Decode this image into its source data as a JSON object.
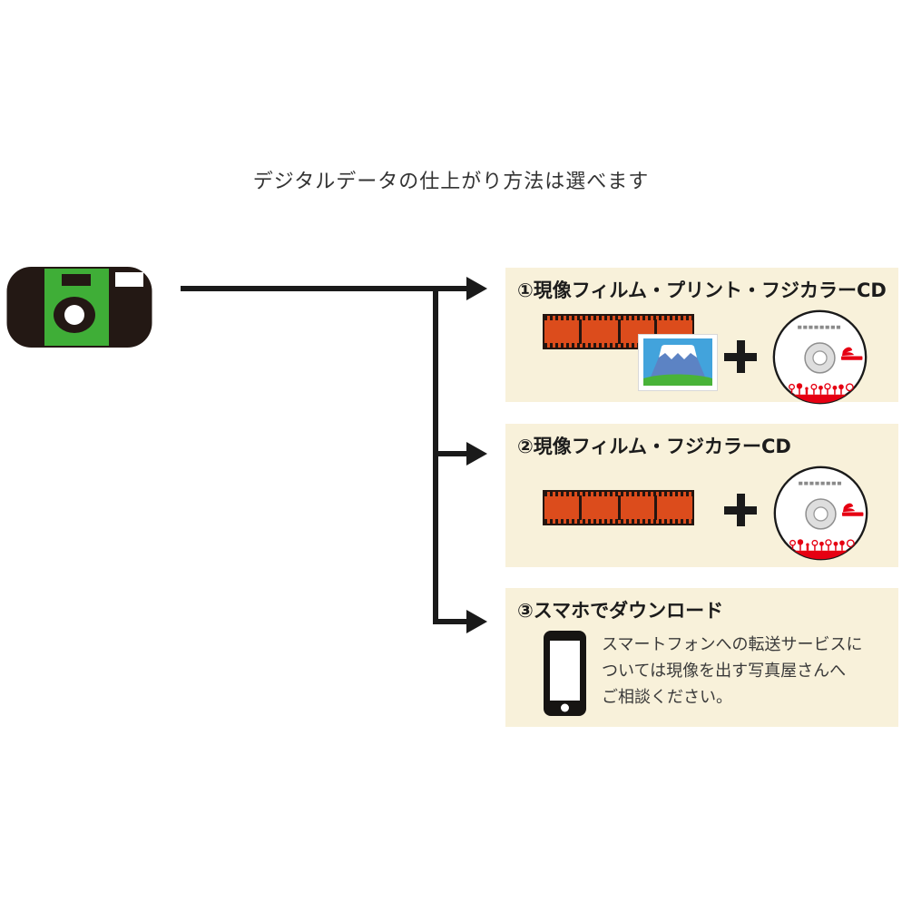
{
  "title": "デジタルデータの仕上がり方法は選べます",
  "source": {
    "icon": "disposable-camera-icon",
    "camera_colors": {
      "body": "#231814",
      "front_panel": "#3fae37"
    }
  },
  "connector": {
    "style": "black-tree-branch-arrows",
    "color": "#1a1a1a"
  },
  "flow_options": [
    {
      "id": "1",
      "heading": "①現像フィルム・プリント・フジカラーCD",
      "icons": [
        "film-strip-icon",
        "photo-print-icon",
        "plus-icon",
        "fujicolor-cd-icon"
      ]
    },
    {
      "id": "2",
      "heading": "②現像フィルム・フジカラーCD",
      "icons": [
        "film-strip-icon",
        "plus-icon",
        "fujicolor-cd-icon"
      ]
    },
    {
      "id": "3",
      "heading": "③スマホでダウンロード",
      "icons": [
        "smartphone-icon"
      ],
      "description_lines": [
        "スマートフォンへの転送サービスに",
        "ついては現像を出す写真屋さんへ",
        "ご相談ください。"
      ]
    }
  ],
  "colors": {
    "panel_background": "#f8f1da",
    "film_orange": "#dc4c1c",
    "film_dark": "#241510",
    "arrow_black": "#1a1a1a",
    "fuji_red": "#e60012",
    "photo_sky": "#42a3dc",
    "photo_mountain": "#5c83c4",
    "photo_grass": "#49b339",
    "cd_ring_gray": "#dedede"
  }
}
